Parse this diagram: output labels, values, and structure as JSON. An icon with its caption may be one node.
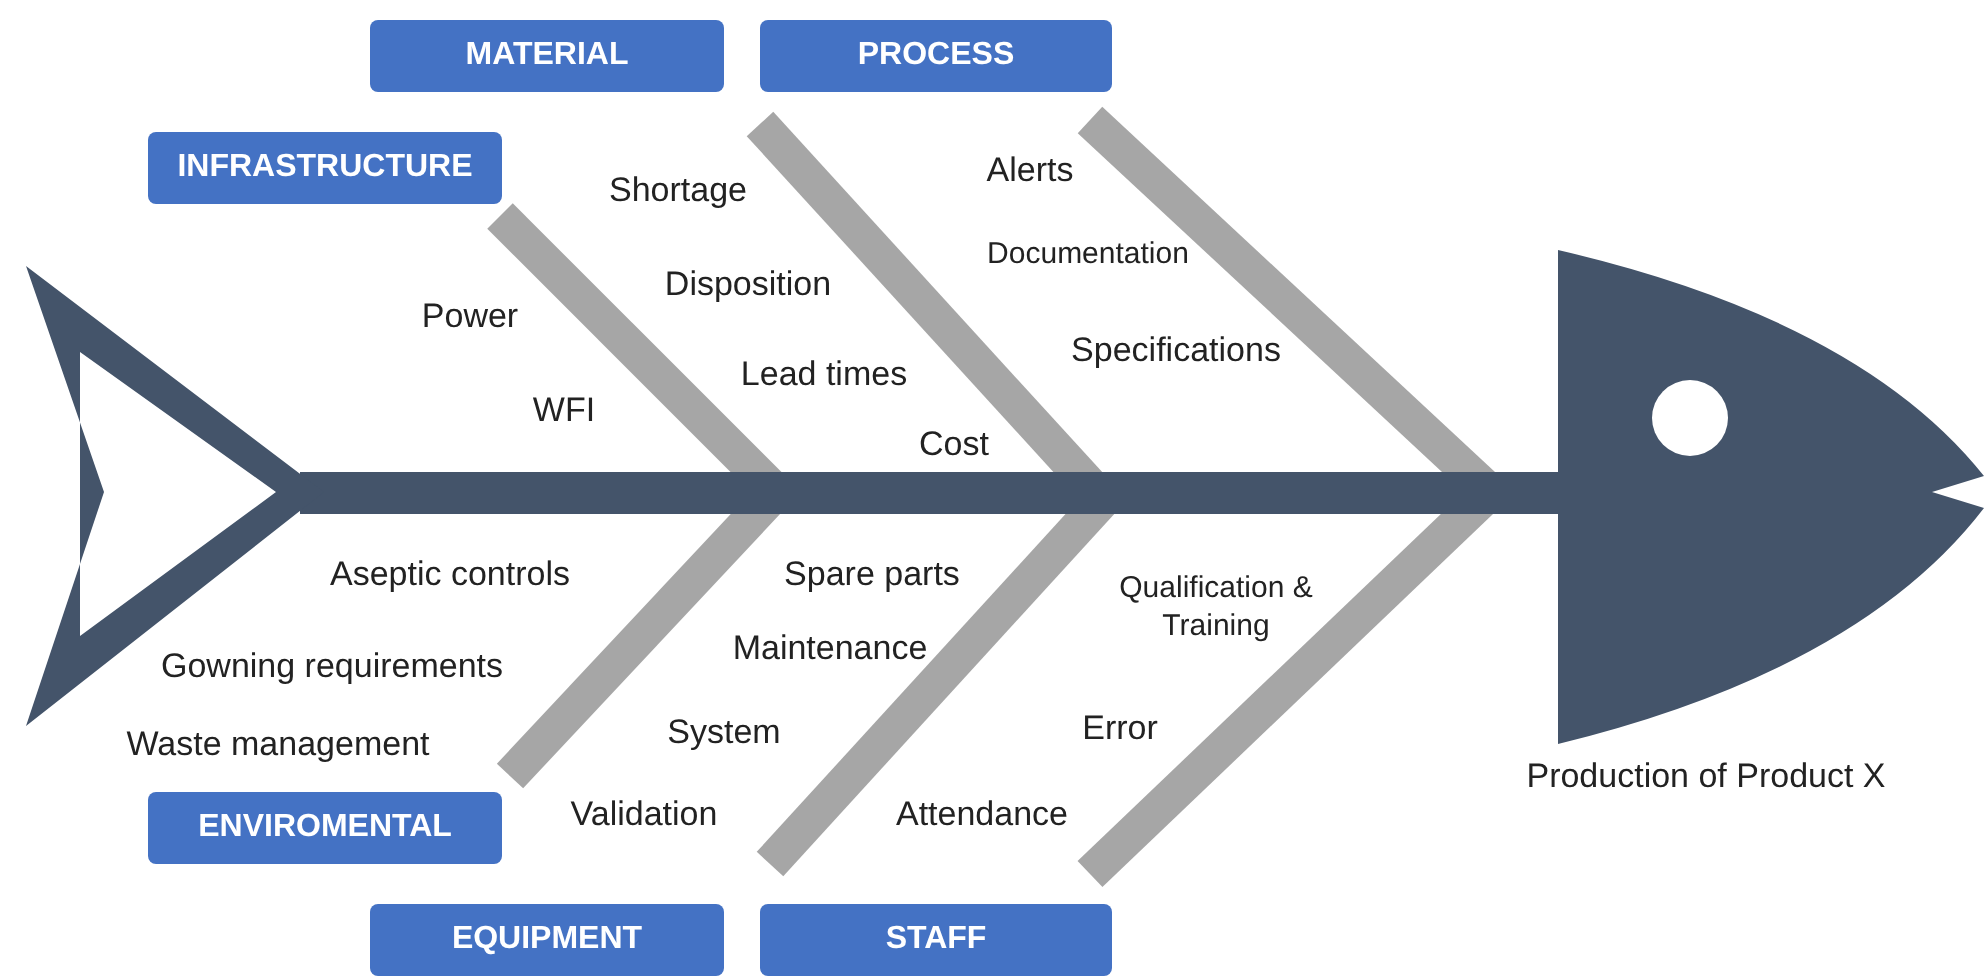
{
  "diagram": {
    "nodes": [
      {
        "text": [
          "MATERIAL"
        ]
      },
      {
        "text": [
          "PROCESS"
        ]
      },
      {
        "text": [
          "INFRASTRUCTURE"
        ]
      },
      {
        "text": [
          "ENVIROMENTAL"
        ]
      },
      {
        "text": [
          "EQUIPMENT"
        ]
      },
      {
        "text": [
          "STAFF"
        ]
      }
    ],
    "labels": [
      "Shortage",
      "Alerts",
      "Documentation",
      "Power",
      "Disposition",
      "Specifications",
      "Lead times",
      "WFI",
      "Cost",
      "Aseptic controls",
      "Spare parts",
      "Qualification & Training",
      "Gowning requirements",
      "Maintenance",
      "Error",
      "Waste management",
      "System",
      "Validation",
      "Attendance",
      "Production of Product X"
    ]
  }
}
